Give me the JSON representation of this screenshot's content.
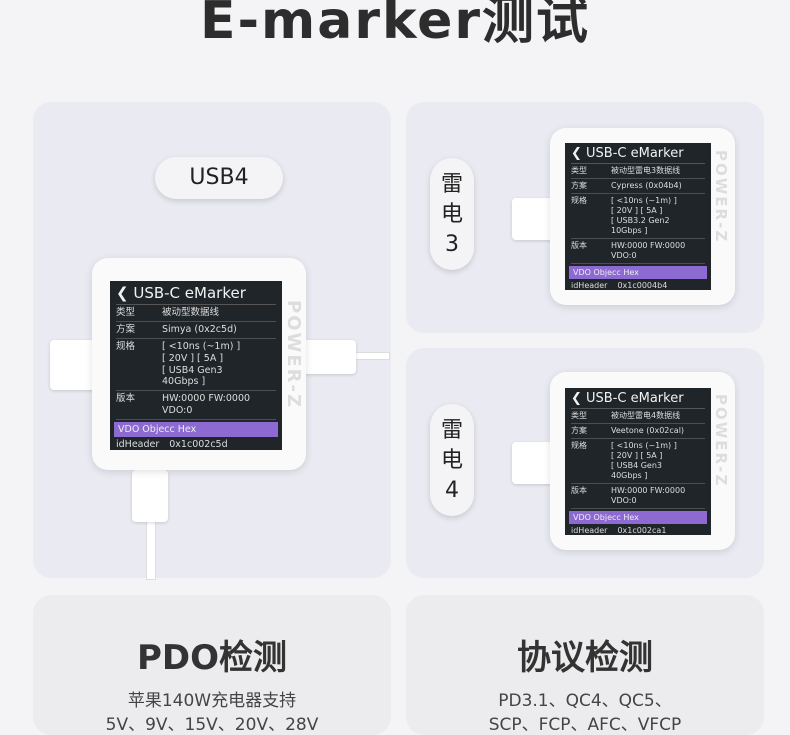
{
  "title": "E-marker测试",
  "usb4_label": "USB4",
  "tb3_label": [
    "雷",
    "电",
    "3"
  ],
  "tb4_label": [
    "雷",
    "电",
    "4"
  ],
  "brand": "POWER-Z",
  "screens": [
    {
      "header": "USB-C eMarker",
      "type_k": "类型",
      "type_v": "被动型数据线",
      "scheme_k": "方案",
      "scheme_v": "Simya (0x2c5d)",
      "spec_k": "规格",
      "spec_v": [
        "[ <10ns (~1m) ]",
        "[ 20V ] [ 5A ]",
        "[ USB4 Gen3",
        "40Gbps ]"
      ],
      "ver_k": "版本",
      "ver_v": [
        "HW:0000 FW:0000",
        "VDO:0"
      ],
      "hex": "VDO Objecc Hex",
      "id_k": "idHeader",
      "id_v": "0x1c002c5d"
    },
    {
      "header": "USB-C eMarker",
      "type_k": "类型",
      "type_v": "被动型雷电3数据线",
      "scheme_k": "方案",
      "scheme_v": "Cypress (0x04b4)",
      "spec_k": "规格",
      "spec_v": [
        "[ <10ns (~1m) ]",
        "[ 20V ] [ 5A ]",
        "[ USB3.2 Gen2",
        "10Gbps ]"
      ],
      "ver_k": "版本",
      "ver_v": [
        "HW:0000 FW:0000",
        "VDO:0"
      ],
      "hex": "VDO Objecc Hex",
      "id_k": "idHeader",
      "id_v": "0x1c0004b4"
    },
    {
      "header": "USB-C eMarker",
      "type_k": "类型",
      "type_v": "被动型雷电4数据线",
      "scheme_k": "方案",
      "scheme_v": "Veetone (0x02cal)",
      "spec_k": "规格",
      "spec_v": [
        "[ <10ns (~1m) ]",
        "[ 20V ] [ 5A ]",
        "[ USB4 Gen3",
        "40Gbps ]"
      ],
      "ver_k": "版本",
      "ver_v": [
        "HW:0000 FW:0000",
        "VDO:0"
      ],
      "hex": "VDO Objecc Hex",
      "id_k": "idHeader",
      "id_v": "0x1c002ca1"
    }
  ],
  "pdo": {
    "title": "PDO检测",
    "line1": "苹果140W充电器支持",
    "line2": "5V、9V、15V、20V、28V"
  },
  "proto": {
    "title": "协议检测",
    "line1": "PD3.1、QC4、QC5、",
    "line2": "SCP、FCP、AFC、VFCP"
  }
}
